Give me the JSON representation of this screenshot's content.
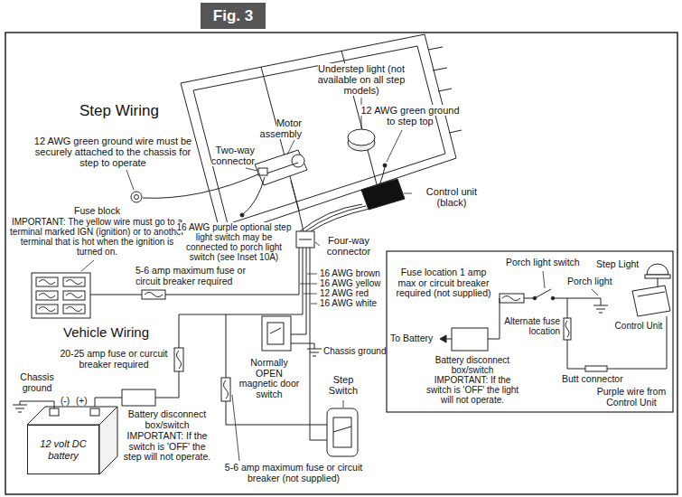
{
  "diagram": {
    "title": "Fig. 3",
    "nodes": [
      {
        "text": [
          "12 volt DC battery"
        ]
      }
    ],
    "labels": [
      "Step Wiring",
      "Understep light (not available on all step models)",
      "Motor assembly",
      "12 AWG green ground to step top",
      "12 AWG green ground wire must be securely attached to the chassis for step to operate",
      "Two-way connector",
      "Control unit (black)",
      "Fuse block",
      "IMPORTANT: The yellow wire must go to a terminal marked IGN (ignition) or to another terminal that is hot when the ignition is turned on.",
      "16 AWG purple optional step light switch may be connected to porch light switch (see Inset 10A)",
      "Four-way connector",
      "5-6 amp maximum fuse or circuit breaker required",
      "16 AWG brown",
      "16 AWG yellow",
      "12 AWG red",
      "16 AWG white",
      "Chassis ground",
      "Normally OPEN magnetic door switch",
      "Step Switch",
      "Vehicle Wiring",
      "20-25 amp fuse or curcuit breaker required",
      "Chassis ground",
      "(-)",
      "(+)",
      "Battery disconnect box/switch",
      "IMPORTANT: If the switch is 'OFF' the step will not operate.",
      "5-6 amp maximum fuse or circuit breaker (not supplied)",
      "Fuse location 1 amp max or circuit breaker required (not supplied)",
      "Porch light switch",
      "Porch light",
      "Step Light",
      "To Battery",
      "Battery disconnect box/switch",
      "IMPORTANT: If the switch is 'OFF' the light will not operate.",
      "Alternate fuse location",
      "Butt connector",
      "Control Unit",
      "Purple wire from Control Unit"
    ]
  }
}
